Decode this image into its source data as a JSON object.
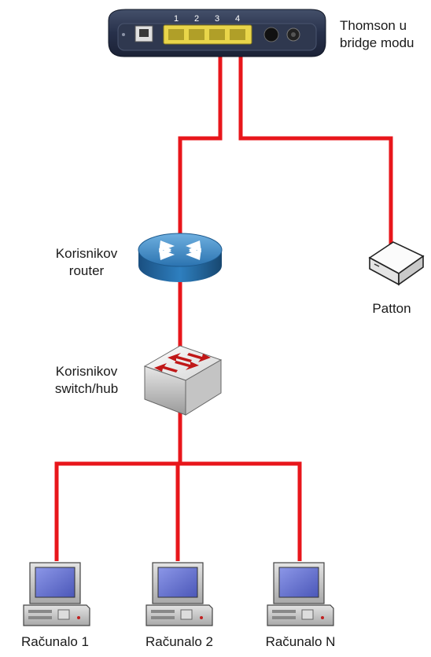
{
  "modem": {
    "label_line1": "Thomson u",
    "label_line2": "bridge modu",
    "port_numbers": [
      "1",
      "2",
      "3",
      "4"
    ]
  },
  "router": {
    "label_line1": "Korisnikov",
    "label_line2": "router"
  },
  "switch": {
    "label_line1": "Korisnikov",
    "label_line2": "switch/hub"
  },
  "patton": {
    "label": "Patton"
  },
  "computers": [
    {
      "label": "Računalo 1"
    },
    {
      "label": "Računalo 2"
    },
    {
      "label": "Računalo N"
    }
  ],
  "colors": {
    "cable": "#e8161b",
    "router_blue": "#2a6fa8",
    "modem_body": "#2b3447",
    "modem_ports": "#e9d54a",
    "monitor_screen": "#6f7cd6"
  }
}
